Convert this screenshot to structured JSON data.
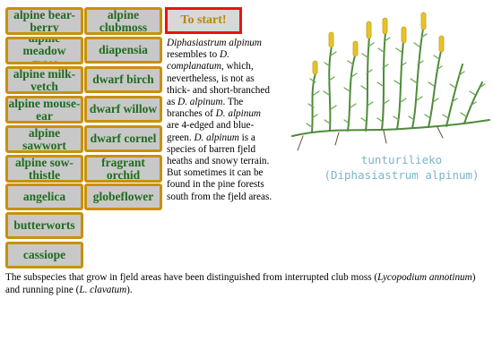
{
  "buttons_left": [
    "alpine bear-berry",
    "alpine meadow grass",
    "alpine milk-vetch",
    "alpine mouse-ear",
    "alpine sawwort",
    "alpine sow-thistle",
    "angelica",
    "butterworts",
    "cassiope"
  ],
  "buttons_right": [
    "alpine clubmoss",
    "diapensia",
    "dwarf birch",
    "dwarf willow",
    "dwarf cornel",
    "fragrant orchid",
    "globeflower"
  ],
  "start_label": "To start!",
  "description": {
    "p1": "Diphasiastrum alpinum",
    "p2": " resembles to ",
    "p3": "D. complanatum",
    "p4": ", which, nevertheless, is not as thick- and short-branched as ",
    "p5": "D. alpinum",
    "p6": ". The branches of ",
    "p7": "D. alpinum",
    "p8": " are 4-edged and blue-green. ",
    "p9": "D. alpinum",
    "p10": "  is a species of barren fjeld heaths and snowy terrain. But sometimes it can be found in the pine forests south from the fjeld areas."
  },
  "image_caption": {
    "line1": "tunturilieko",
    "line2": "(Diphasiastrum alpinum)"
  },
  "footer": {
    "f1": "The subspecies that grow in fjeld areas have been distinguished from interrupted club moss (",
    "f2": "Lycopodium annotinum",
    "f3": ") and running pine (",
    "f4": "L. clavatum",
    "f5": ")."
  },
  "colors": {
    "button_border": "#c9900a",
    "button_bg": "#c8c8c8",
    "button_text": "#1f6b1f",
    "start_border": "#ee1111",
    "start_text": "#b8860b",
    "caption": "#7ab6c8"
  }
}
